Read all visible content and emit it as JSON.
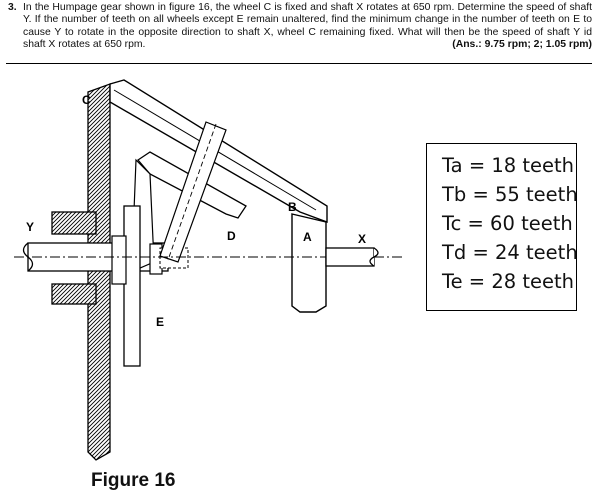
{
  "question": {
    "number": "3.",
    "text": "In the Humpage gear shown in figure 16, the wheel C is fixed and shaft X rotates at 650 rpm. Determine the speed of shaft Y. If the number of teeth on all wheels except E remain unaltered, find the minimum change in the number of teeth on E to cause Y to rotate in the opposite direction to shaft X, wheel C remaining fixed. What will then be the speed of shaft Y id shaft X rotates at 650 rpm.",
    "answer": "(Ans.: 9.75 rpm; 2;  1.05 rpm)"
  },
  "figure": {
    "labels": {
      "c": "C",
      "b": "B",
      "d": "D",
      "a": "A",
      "e": "E",
      "x": "X",
      "y": "Y"
    },
    "caption": "Figure 16"
  },
  "teeth": [
    {
      "text": "Ta = 18 teeth"
    },
    {
      "text": "Tb = 55 teeth"
    },
    {
      "text": "Tc = 60 teeth"
    },
    {
      "text": "Td = 24 teeth"
    },
    {
      "text": "Te = 28 teeth"
    }
  ]
}
